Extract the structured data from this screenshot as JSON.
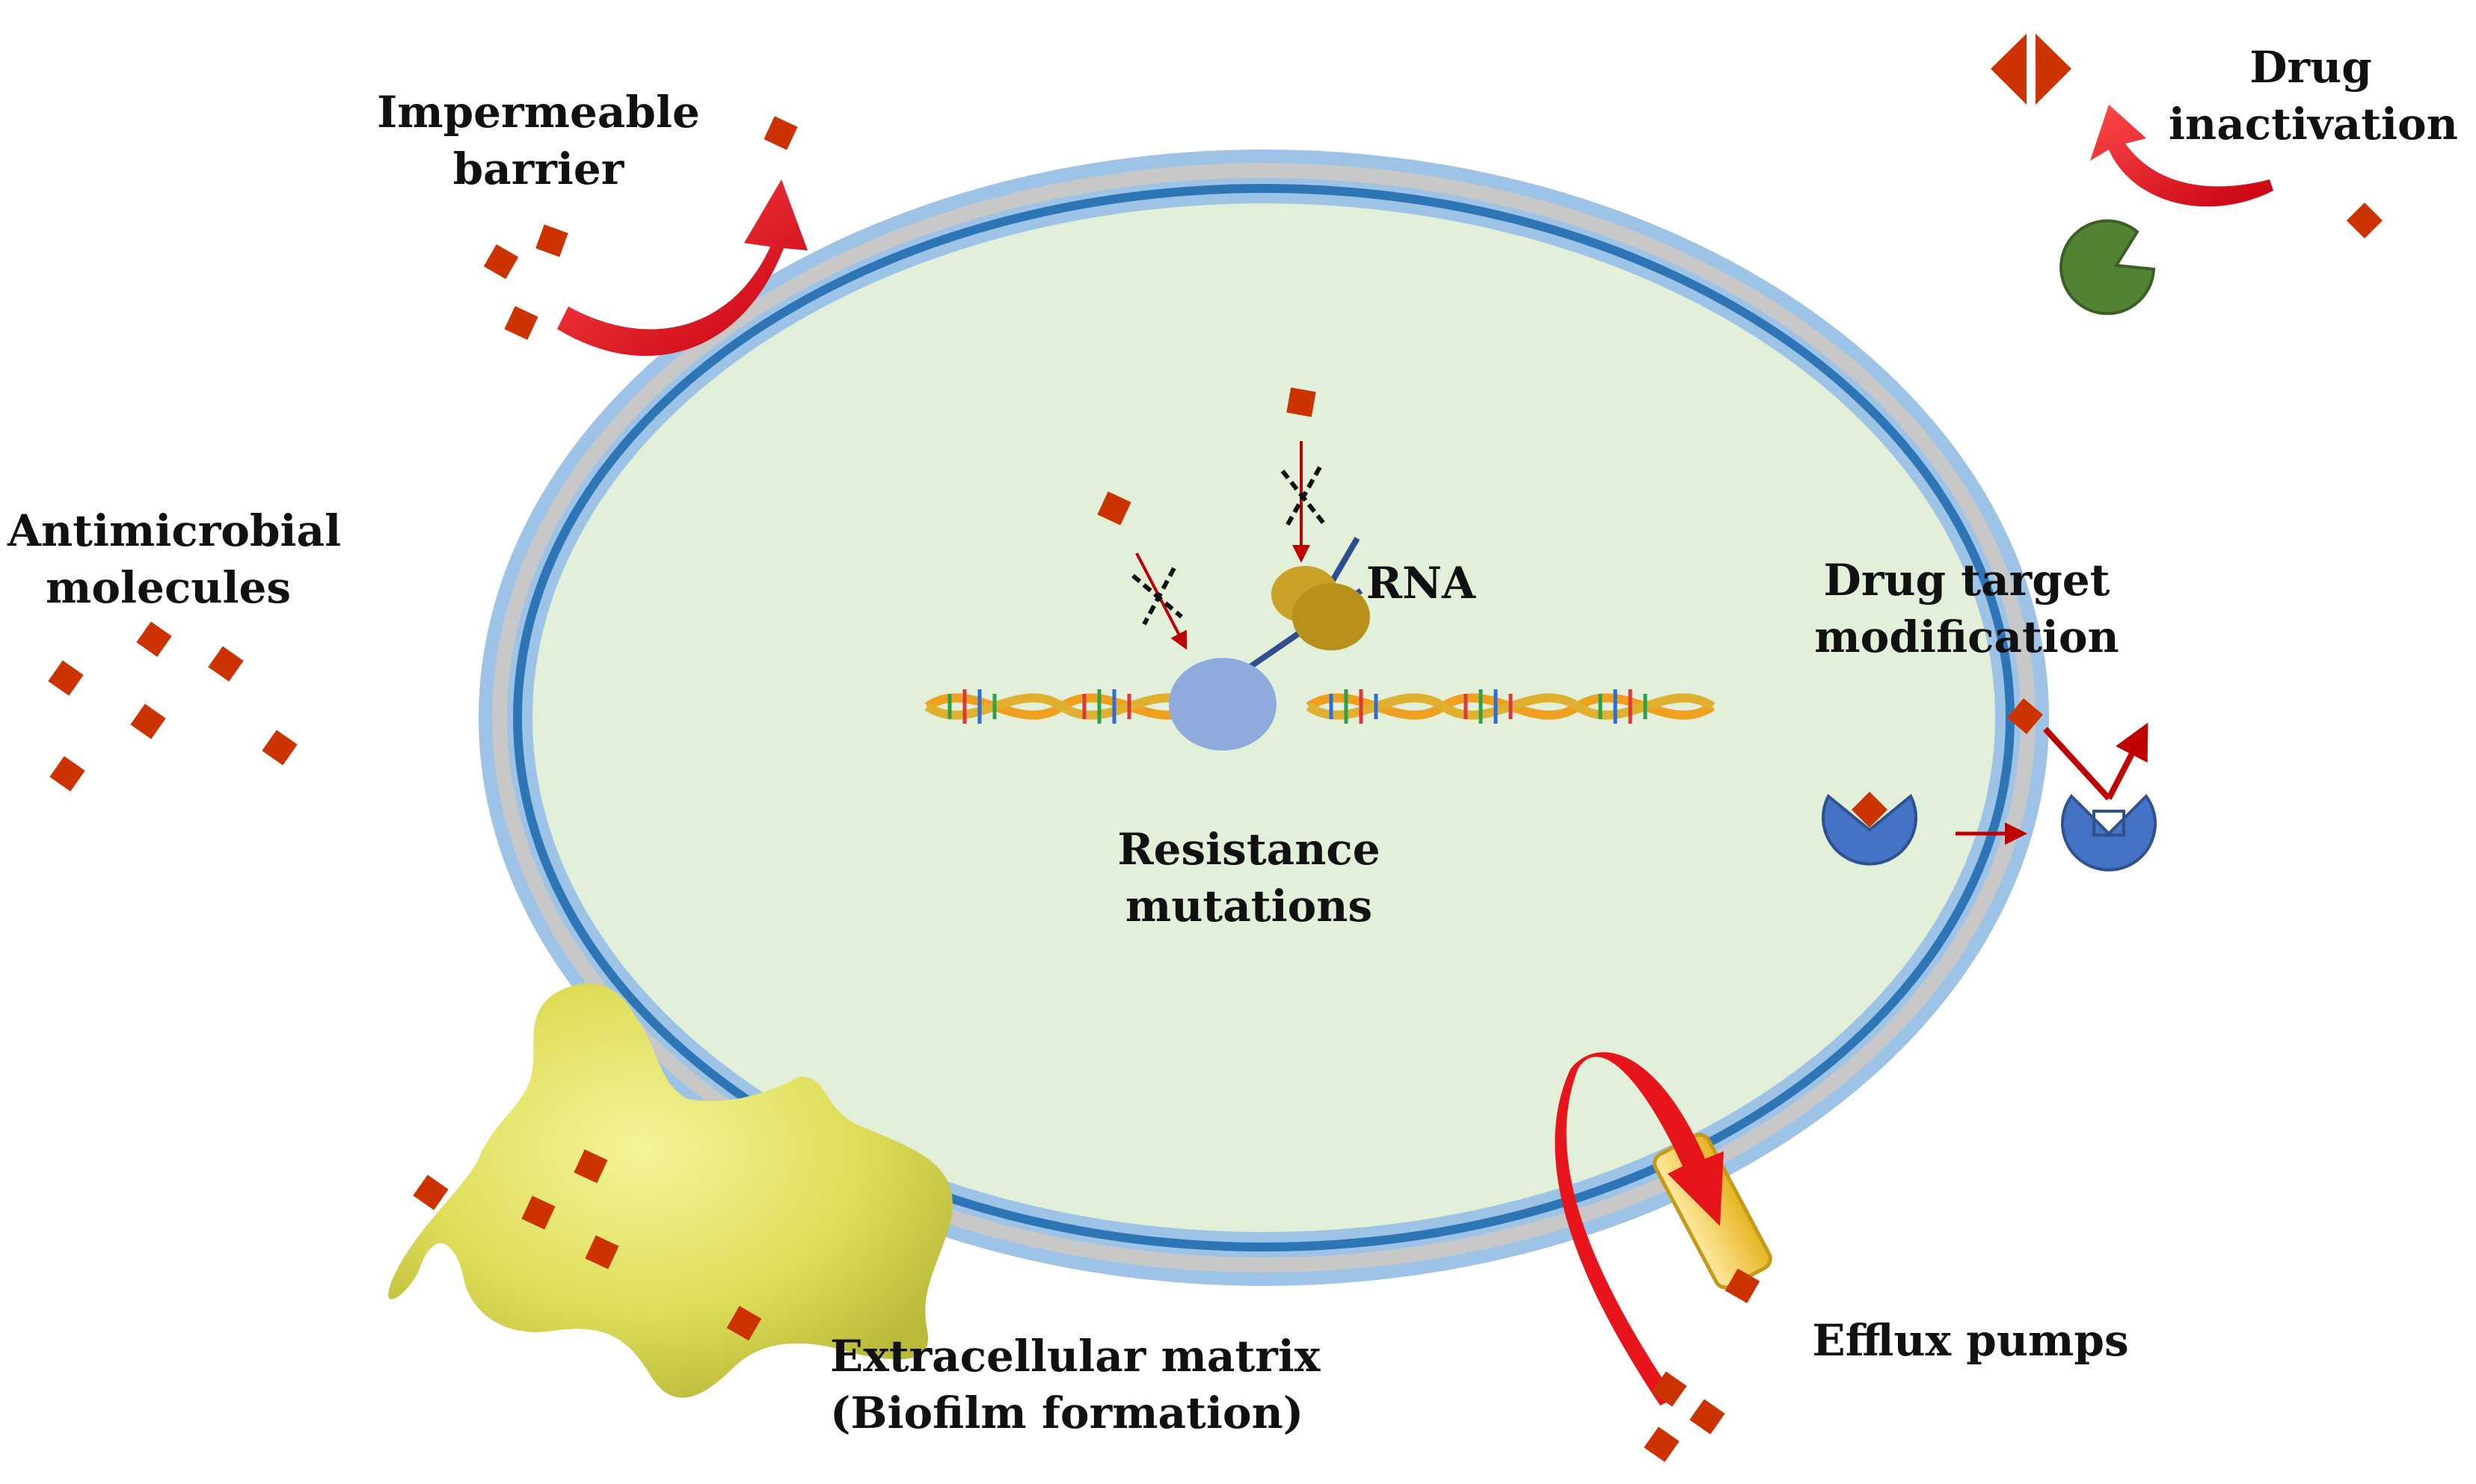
{
  "labels": {
    "impermeable_barrier": [
      "Impermeable",
      "barrier"
    ],
    "drug_inactivation": [
      "Drug",
      "inactivation"
    ],
    "antimicrobial_molecules": [
      "Antimicrobial",
      "molecules"
    ],
    "rna": "RNA",
    "drug_target_modification": [
      "Drug target",
      "modification"
    ],
    "resistance_mutations": [
      "Resistance",
      "mutations"
    ],
    "extracellular_matrix": [
      "Extracellular matrix",
      "(Biofilm formation)"
    ],
    "efflux_pumps": "Efflux pumps"
  },
  "colors": {
    "cytoplasm": "#e2efd9",
    "outer_membrane": "#9dc3e6",
    "periplasm": "#c8c8c8",
    "inner_membrane": "#2e75b6",
    "drug_molecule": "#cc3300",
    "arrow_red": "#e8141c",
    "biofilm": "#dede5a",
    "enzyme_green": "#548235",
    "target_blue": "#4472c4",
    "ribosome": "#c9a227",
    "rna_polymerase": "#8faadc",
    "efflux_pump": "#f2c94c"
  }
}
